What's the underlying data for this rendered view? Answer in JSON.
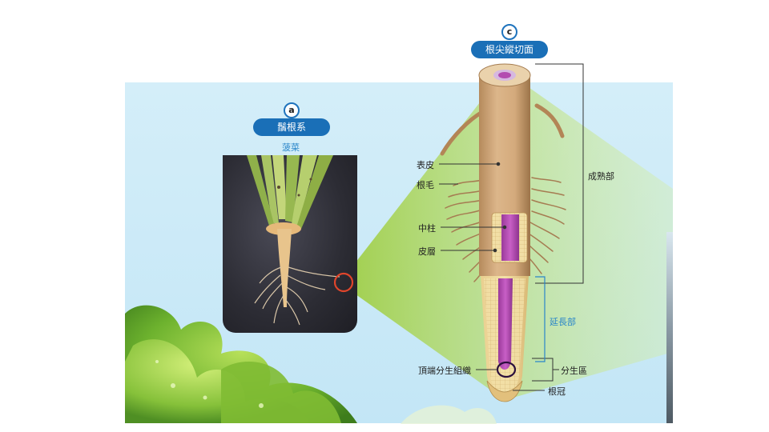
{
  "panel_a": {
    "badge": "a",
    "title": "鬚根系",
    "subtitle": "菠菜"
  },
  "panel_c": {
    "badge": "c",
    "title": "根尖縱切面"
  },
  "labels": {
    "epidermis": "表皮",
    "root_hair": "根毛",
    "stele": "中柱",
    "cortex": "皮層",
    "apical_meristem": "頂端分生組織",
    "root_cap": "根冠",
    "maturation_zone": "成熟部",
    "elongation_zone": "延長部",
    "meristem_zone": "分生區"
  },
  "colors": {
    "badge_blue": "#1a6fb7",
    "accent_blue": "#2a86c9",
    "root_tan": "#d8b48a",
    "stele_purple": "#b24db0",
    "highlight_red": "#e0452b"
  }
}
